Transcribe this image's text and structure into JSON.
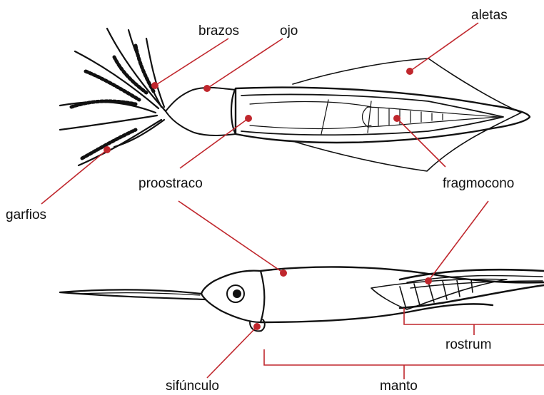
{
  "colors": {
    "ink": "#111111",
    "leader": "#c0272d",
    "marker": "#c0272d",
    "background": "#ffffff"
  },
  "labels": {
    "brazos": "brazos",
    "ojo": "ojo",
    "aletas": "aletas",
    "proostraco": "proostraco",
    "fragmocono": "fragmocono",
    "garfios": "garfios",
    "rostrum": "rostrum",
    "sifunculo": "sifúnculo",
    "manto": "manto"
  }
}
